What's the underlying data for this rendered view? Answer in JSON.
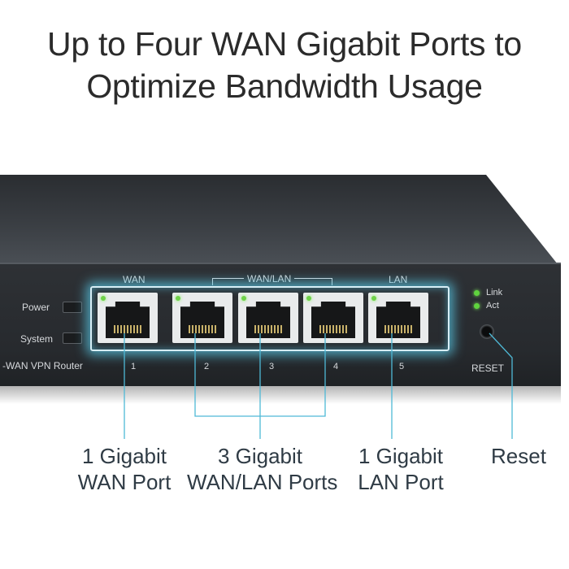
{
  "headline": {
    "line1": "Up to Four WAN Gigabit Ports to",
    "line2": "Optimize Bandwidth Usage"
  },
  "front_panel": {
    "led_labels": [
      "Power",
      "System"
    ],
    "device_label": "-WAN VPN Router",
    "group_labels": {
      "wan": "WAN",
      "wan_lan": "WAN/LAN",
      "lan": "LAN"
    },
    "port_numbers": [
      "1",
      "2",
      "3",
      "4",
      "5"
    ],
    "status_labels": [
      "Link",
      "Act"
    ],
    "reset_label": "RESET"
  },
  "callouts": [
    {
      "line1": "1 Gigabit",
      "line2": "WAN Port"
    },
    {
      "line1": "3 Gigabit",
      "line2": "WAN/LAN Ports"
    },
    {
      "line1": "1 Gigabit",
      "line2": "LAN Port"
    },
    {
      "line1": "Reset",
      "line2": ""
    }
  ],
  "colors": {
    "accent_glow": "#5ac8e6",
    "callout_line": "#4fb9d6",
    "led_green": "#5fd33e"
  }
}
